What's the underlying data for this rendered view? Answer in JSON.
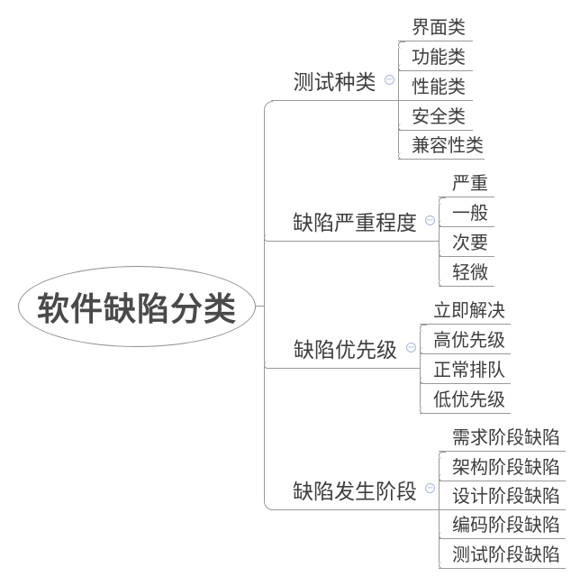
{
  "root": {
    "label": "软件缺陷分类"
  },
  "branches": [
    {
      "label": "测试种类",
      "children": [
        "界面类",
        "功能类",
        "性能类",
        "安全类",
        "兼容性类"
      ]
    },
    {
      "label": "缺陷严重程度",
      "children": [
        "严重",
        "一般",
        "次要",
        "轻微"
      ]
    },
    {
      "label": "缺陷优先级",
      "children": [
        "立即解决",
        "高优先级",
        "正常排队",
        "低优先级"
      ]
    },
    {
      "label": "缺陷发生阶段",
      "children": [
        "需求阶段缺陷",
        "架构阶段缺陷",
        "设计阶段缺陷",
        "编码阶段缺陷",
        "测试阶段缺陷"
      ]
    }
  ],
  "collapse_symbol": "−",
  "colors": {
    "background": "#ffffff",
    "line": "#999999",
    "text": "#3d3d3d",
    "root_text": "#4a4a4a",
    "collapse_icon": "#a8b8d8"
  }
}
